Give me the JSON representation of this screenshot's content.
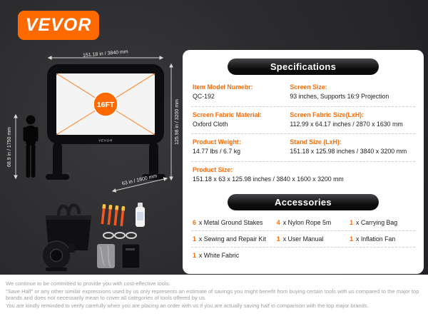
{
  "brand": {
    "logo_text": "VEVOR"
  },
  "colors": {
    "brand_orange": "#ff6a00",
    "dark_background": "#2c2c2f",
    "panel_background": "#ffffff"
  },
  "diagram": {
    "top_width": "151.18 in / 3840 mm",
    "stand_height": "125.98 in / 3200 mm",
    "person_height": "68.9 in / 1750 mm",
    "base_depth": "63 in / 1600 mm",
    "screen_diagonal_badge": "16FT"
  },
  "specifications": {
    "title": "Specifications",
    "items": [
      {
        "label": "Item Model Numebr:",
        "value": "QC-192"
      },
      {
        "label": "Screen Size:",
        "value": "93 inches, Supports 16:9 Projection"
      },
      {
        "label": "Screen Fabric Material:",
        "value": "Oxford Cloth"
      },
      {
        "label": "Screen Fabric Size(LxH):",
        "value": "112.99 x 64.17 inches / 2870 x 1630 mm"
      },
      {
        "label": "Product Weight:",
        "value": "14.77 lbs / 6.7 kg"
      },
      {
        "label": "Stand Size (LxH):",
        "value": "151.18 x 125.98 inches / 3840 x 3200 mm"
      },
      {
        "label": "Product Size:",
        "value": "151.18 x 63 x 125.98 inches / 3840 x 1600 x 3200 mm"
      }
    ]
  },
  "accessories": {
    "title": "Accessories",
    "items": [
      {
        "qty": "6",
        "rest": "x Metal Ground Stakes"
      },
      {
        "qty": "4",
        "rest": "x Nylon Rope 5m"
      },
      {
        "qty": "1",
        "rest": "x Carrying Bag"
      },
      {
        "qty": "1",
        "rest": "x Sewing and Repair Kit"
      },
      {
        "qty": "1",
        "rest": "x User Manual"
      },
      {
        "qty": "1",
        "rest": "x Inflation Fan"
      },
      {
        "qty": "1",
        "rest": "x White Fabric"
      }
    ]
  },
  "footer": {
    "lines": [
      "We continue to be committed to provide you with cost-effective tools.",
      "\"Save Half\" or any other similar expressions used by us only represents an estimate of savings you might benefit from buying certain tools with us compared to the major top brands and does not necessarily mean to cover all categories of tools offered by us.",
      "You are kindly reminded to verify carefully when you are placing an order with us if you are actually saving half in comparison with the top major brands."
    ]
  }
}
